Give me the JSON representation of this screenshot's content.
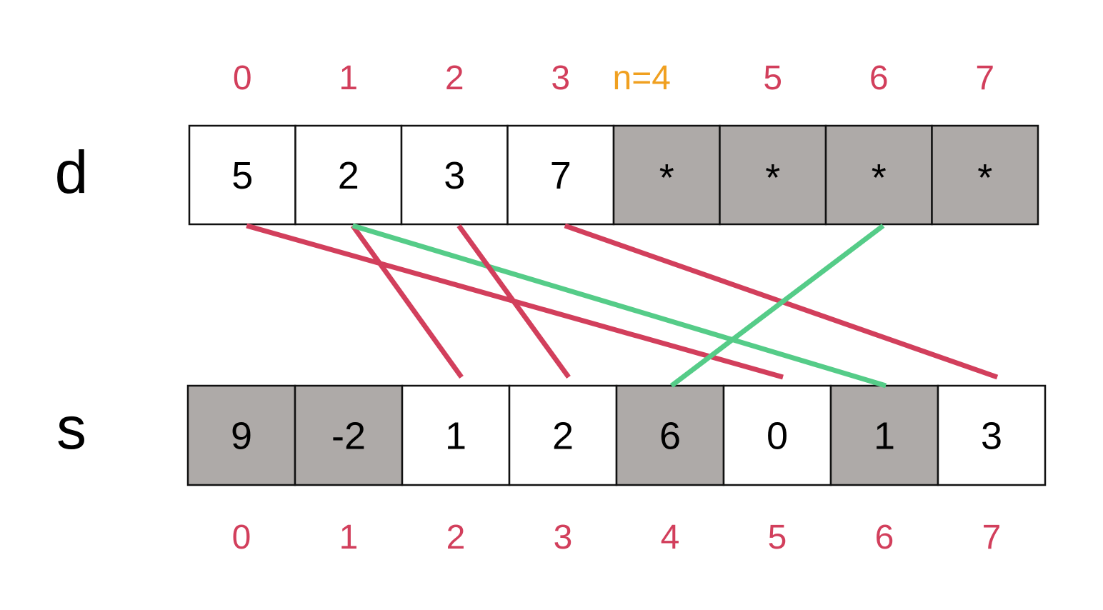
{
  "colors": {
    "index": "#d23f5c",
    "n_marker": "#f0a020",
    "filled_cell": "#aeaaa8",
    "empty_cell": "#ffffff",
    "line_red": "#d23f5c",
    "line_green": "#55cc88"
  },
  "d": {
    "label": "d",
    "indices": [
      "0",
      "1",
      "2",
      "3",
      "n=4",
      "5",
      "6",
      "7"
    ],
    "n_marker_index": 4,
    "cells": [
      {
        "value": "5",
        "shaded": false
      },
      {
        "value": "2",
        "shaded": false
      },
      {
        "value": "3",
        "shaded": false
      },
      {
        "value": "7",
        "shaded": false
      },
      {
        "value": "*",
        "shaded": true
      },
      {
        "value": "*",
        "shaded": true
      },
      {
        "value": "*",
        "shaded": true
      },
      {
        "value": "*",
        "shaded": true
      }
    ]
  },
  "s": {
    "label": "s",
    "indices": [
      "0",
      "1",
      "2",
      "3",
      "4",
      "5",
      "6",
      "7"
    ],
    "cells": [
      {
        "value": "9",
        "shaded": true
      },
      {
        "value": "-2",
        "shaded": true
      },
      {
        "value": "1",
        "shaded": false
      },
      {
        "value": "2",
        "shaded": false
      },
      {
        "value": "6",
        "shaded": true
      },
      {
        "value": "0",
        "shaded": false
      },
      {
        "value": "1",
        "shaded": true
      },
      {
        "value": "3",
        "shaded": false
      }
    ]
  },
  "mappings": [
    {
      "from": 0,
      "to": 5,
      "color": "red"
    },
    {
      "from": 1,
      "to": 2,
      "color": "red"
    },
    {
      "from": 1,
      "to": 6,
      "color": "green"
    },
    {
      "from": 2,
      "to": 3,
      "color": "red"
    },
    {
      "from": 3,
      "to": 7,
      "color": "red"
    },
    {
      "from": 6,
      "to": 4,
      "color": "green"
    }
  ]
}
